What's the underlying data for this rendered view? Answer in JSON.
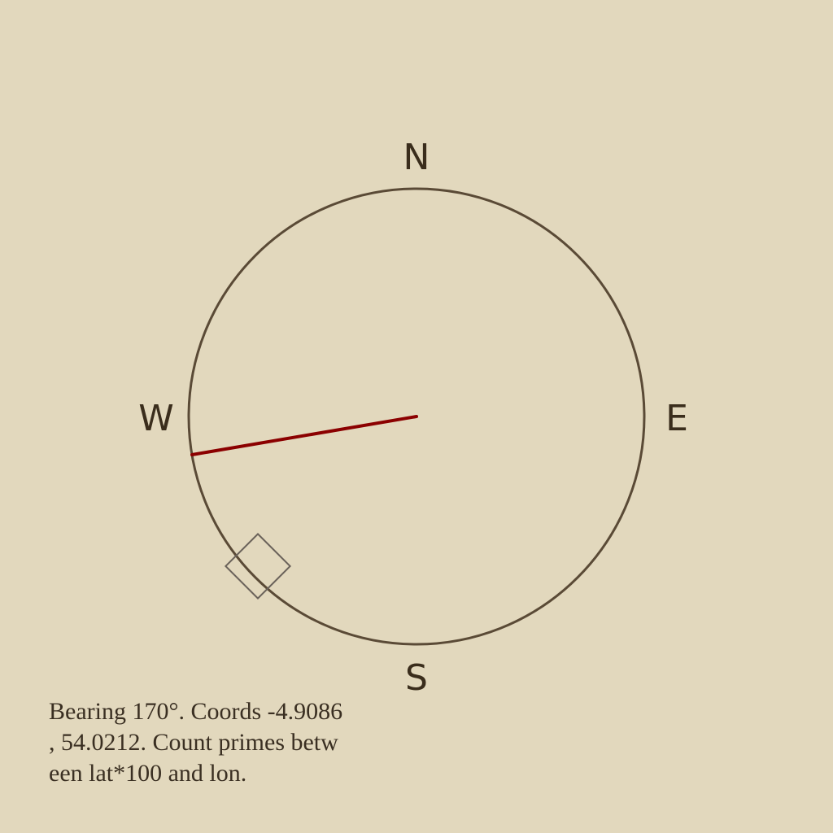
{
  "compass": {
    "labels": {
      "north": "N",
      "east": "E",
      "south": "S",
      "west": "W"
    },
    "needle_color": "#8b0000",
    "ring_color": "#5a4a36",
    "marker_color": "#6a625a"
  },
  "caption": {
    "lines": [
      "Bearing 170°. Coords -4.9086",
      ", 54.0212. Count primes betw",
      "een lat*100 and lon."
    ]
  }
}
